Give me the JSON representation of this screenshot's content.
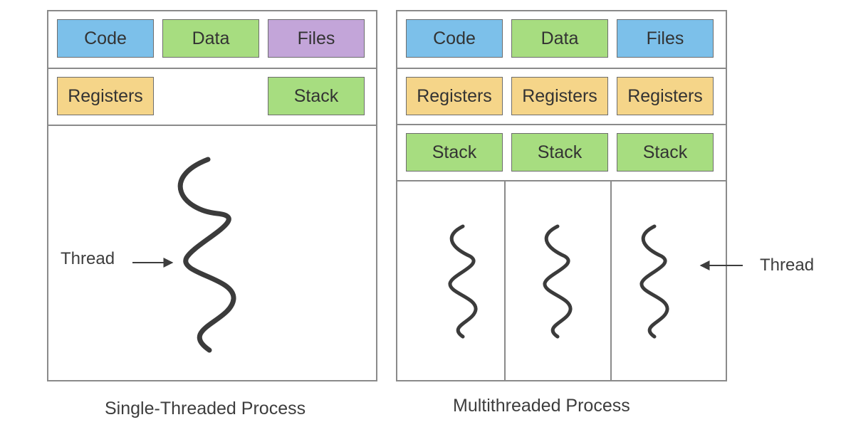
{
  "single": {
    "caption": "Single-Threaded Process",
    "code": "Code",
    "data": "Data",
    "files": "Files",
    "registers": "Registers",
    "stack": "Stack",
    "thread_label": "Thread"
  },
  "multi": {
    "caption": "Multithreaded Process",
    "code": "Code",
    "data": "Data",
    "files": "Files",
    "registers": [
      "Registers",
      "Registers",
      "Registers"
    ],
    "stacks": [
      "Stack",
      "Stack",
      "Stack"
    ],
    "thread_label": "Thread"
  },
  "colors": {
    "code": "#7cc0ea",
    "data": "#a7dd80",
    "files_single": "#c3a5d9",
    "files_multi": "#7cc0ea",
    "registers": "#f5d589",
    "stack": "#a7dd80"
  }
}
